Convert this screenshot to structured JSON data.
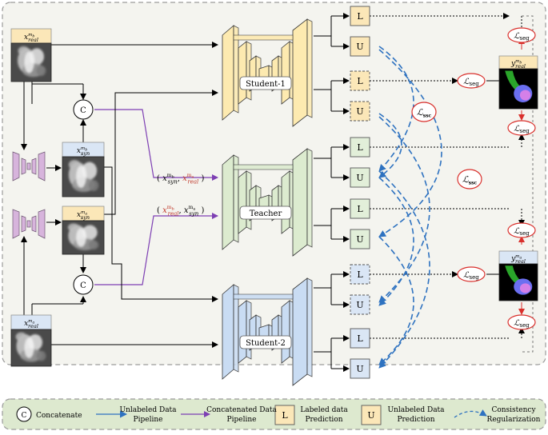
{
  "inputs": {
    "x_real_top": {
      "base": "x",
      "sup": "m",
      "supsub": "b",
      "sub": "real"
    },
    "x_syn_1": {
      "base": "x",
      "sup": "m",
      "supsub": "b",
      "sub": "syn"
    },
    "x_syn_2": {
      "base": "x",
      "sup": "m",
      "supsub": "a",
      "sub": "syn"
    },
    "x_real_bottom": {
      "base": "x",
      "sup": "m",
      "supsub": "a",
      "sub": "real"
    }
  },
  "concat_symbol": "C",
  "networks": {
    "student1": "Student-1",
    "teacher": "Teacher",
    "student2": "Student-2"
  },
  "pred_labels": {
    "labeled": "L",
    "unlabeled": "U"
  },
  "loss": {
    "seg_base": "ℒ",
    "seg_sub": "seg",
    "ssc_base": "ℒ",
    "ssc_sub": "ssc"
  },
  "gt": {
    "top": {
      "base": "y",
      "sup": "m",
      "supsub": "b",
      "sub": "real"
    },
    "bottom": {
      "base": "y",
      "sup": "m",
      "supsub": "a",
      "sub": "real"
    }
  },
  "pairs": {
    "pair1": {
      "open": "(",
      "a": "x",
      "a_sup": "m",
      "a_supsub": "b",
      "a_sub": "syn",
      "comma": ",",
      "b": "x",
      "b_sup": "m",
      "b_supsub": "a",
      "b_sub": "real",
      "close": ")"
    },
    "pair2": {
      "open": "(",
      "a": "x",
      "a_sup": "m",
      "a_supsub": "b",
      "a_sub": "real",
      "comma": ",",
      "b": "x",
      "b_sup": "m",
      "b_supsub": "a",
      "b_sub": "syn",
      "close": ")"
    }
  },
  "legend": {
    "concatenate": "Concatenate",
    "unlabeled_pipeline_1": "Unlabeled Data",
    "unlabeled_pipeline_2": "Pipeline",
    "concat_pipeline_1": "Concatenated Data",
    "concat_pipeline_2": "Pipeline",
    "labeled_pred_1": "Labeled data",
    "labeled_pred_2": "Prediction",
    "unlabeled_pred_1": "Unlabeled Data",
    "unlabeled_pred_2": "Prediction",
    "consistency_1": "Consistency",
    "consistency_2": "Regularization"
  },
  "colors": {
    "student1_fill": "#fdeab0",
    "teacher_fill": "#dcebcf",
    "student2_fill": "#c9dcf3",
    "blue_arrow": "#2e72c0",
    "purple_arrow": "#7d3fb3",
    "loss_red": "#d9302c",
    "label_yellow": "#fbe7b8",
    "label_green": "#e2efd9",
    "label_blue": "#dae6f5",
    "small_net": "#d7b4dc",
    "highlight_red": "#c0392b"
  }
}
